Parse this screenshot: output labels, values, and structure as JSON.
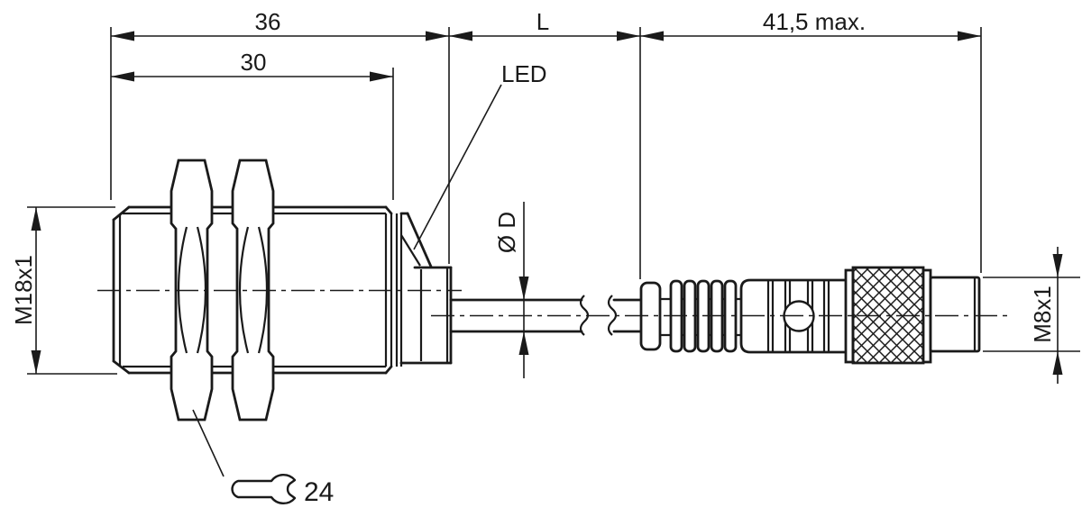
{
  "labels": {
    "dim_housing_length": "36",
    "dim_thread_length": "30",
    "dim_cable_length": "L",
    "dim_connector_length": "41,5 max.",
    "led": "LED",
    "thread_housing": "M18x1",
    "cable_diameter": "Ø D",
    "thread_connector": "M8x1",
    "wrench_size": "24"
  },
  "colors": {
    "line": "#1a1a1a",
    "background": "#ffffff"
  }
}
